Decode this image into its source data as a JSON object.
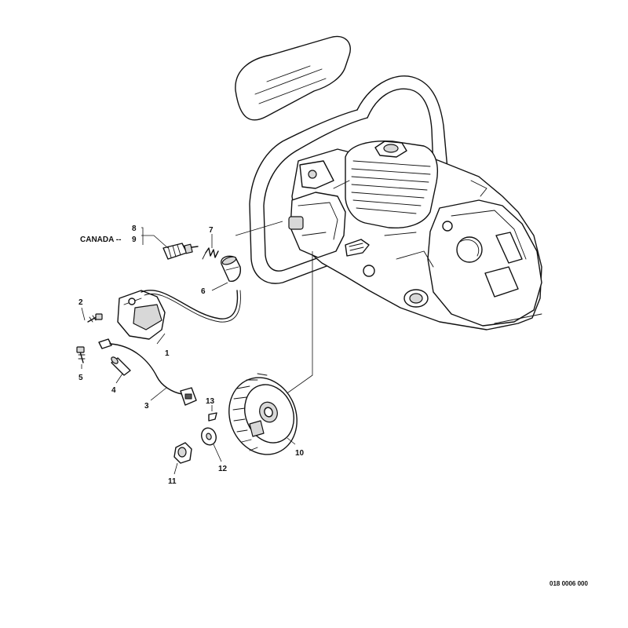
{
  "diagram": {
    "reference_code": "018 0006 000",
    "canada_label": "CANADA --",
    "parts": [
      {
        "number": "1",
        "icon": "ignition-module-icon"
      },
      {
        "number": "2",
        "icon": "screw-icon"
      },
      {
        "number": "3",
        "icon": "short-circuit-wire-icon"
      },
      {
        "number": "4",
        "icon": "sleeve-icon"
      },
      {
        "number": "5",
        "icon": "screw-icon"
      },
      {
        "number": "6",
        "icon": "spark-plug-boot-icon"
      },
      {
        "number": "7",
        "icon": "leg-spring-icon"
      },
      {
        "number": "8",
        "icon": "spark-plug-icon"
      },
      {
        "number": "9",
        "icon": "spark-plug-icon"
      },
      {
        "number": "10",
        "icon": "flywheel-icon"
      },
      {
        "number": "11",
        "icon": "nut-icon"
      },
      {
        "number": "12",
        "icon": "washer-icon"
      },
      {
        "number": "13",
        "icon": "key-icon"
      }
    ],
    "assembly_icon": "chainsaw-engine-housing-icon"
  }
}
